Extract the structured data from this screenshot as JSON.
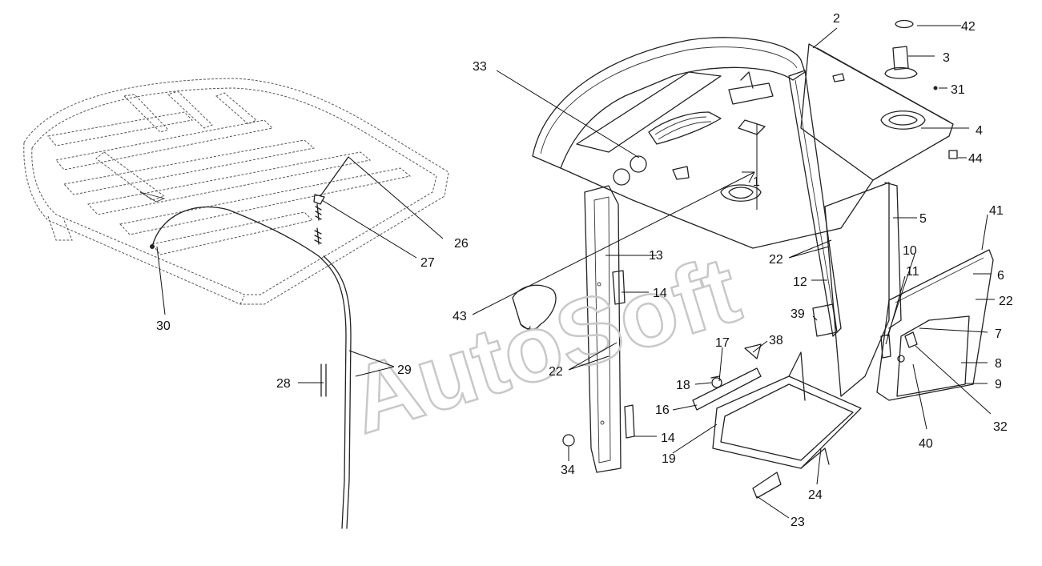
{
  "watermark": "AutoSoft",
  "callouts": {
    "n1": "1",
    "n2": "2",
    "n3": "3",
    "n4": "4",
    "n5": "5",
    "n6": "6",
    "n7": "7",
    "n8": "8",
    "n9": "9",
    "n10": "10",
    "n11": "11",
    "n12": "12",
    "n13": "13",
    "n14a": "14",
    "n14b": "14",
    "n16": "16",
    "n17": "17",
    "n18": "18",
    "n19": "19",
    "n22a": "22",
    "n22b": "22",
    "n22c": "22",
    "n23": "23",
    "n24": "24",
    "n26": "26",
    "n27": "27",
    "n28": "28",
    "n29": "29",
    "n30": "30",
    "n31": "31",
    "n32": "32",
    "n33": "33",
    "n34": "34",
    "n38": "38",
    "n39": "39",
    "n40": "40",
    "n41": "41",
    "n42": "42",
    "n43": "43",
    "n44": "44"
  }
}
